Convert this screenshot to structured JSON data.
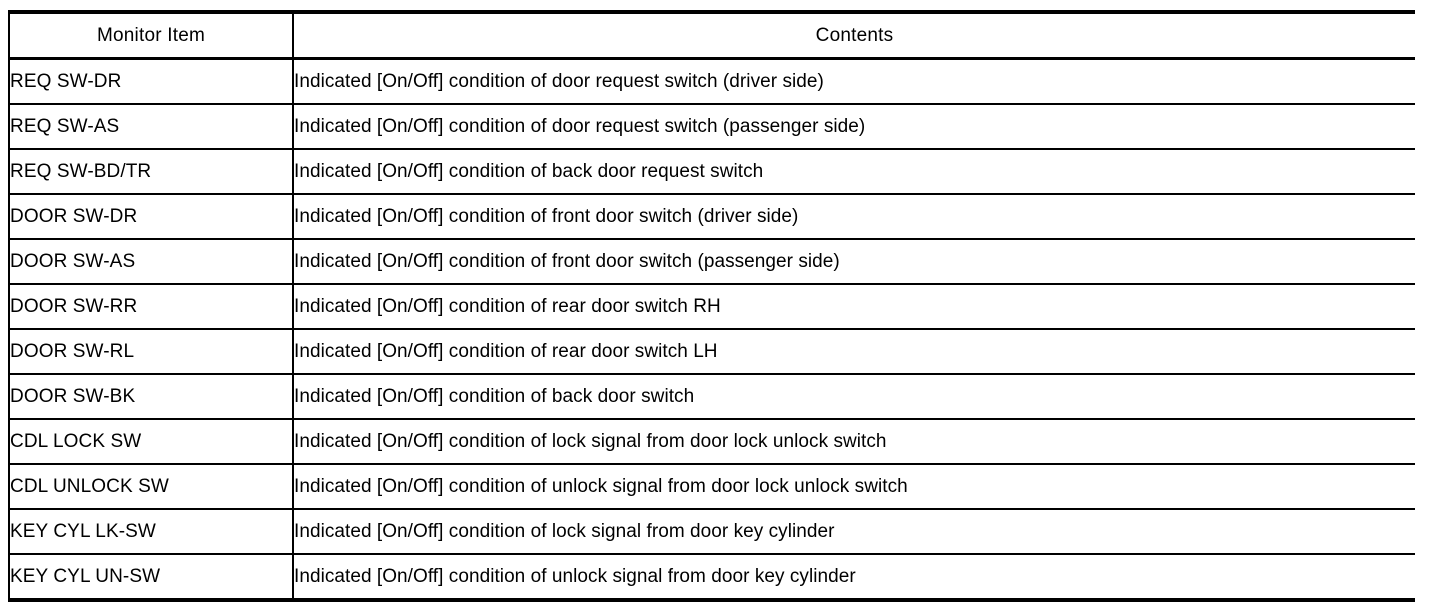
{
  "document": {
    "kind": "service-manual-table",
    "colors": {
      "page_background": "#ffffff",
      "rule": "#000000",
      "text": "#000000"
    }
  },
  "table": {
    "headers": {
      "item": "Monitor Item",
      "contents": "Contents"
    },
    "rows": [
      {
        "item": "REQ SW-DR",
        "contents": "Indicated [On/Off] condition of door request switch (driver side)"
      },
      {
        "item": "REQ SW-AS",
        "contents": "Indicated [On/Off] condition of door request switch (passenger side)"
      },
      {
        "item": "REQ SW-BD/TR",
        "contents": "Indicated [On/Off] condition of back door request switch"
      },
      {
        "item": "DOOR SW-DR",
        "contents": "Indicated [On/Off] condition of front door switch (driver side)"
      },
      {
        "item": "DOOR SW-AS",
        "contents": "Indicated [On/Off] condition of front door switch (passenger side)"
      },
      {
        "item": "DOOR SW-RR",
        "contents": "Indicated [On/Off] condition of rear door switch RH"
      },
      {
        "item": "DOOR SW-RL",
        "contents": "Indicated [On/Off] condition of rear door switch LH"
      },
      {
        "item": "DOOR SW-BK",
        "contents": "Indicated [On/Off] condition of back door switch"
      },
      {
        "item": "CDL LOCK SW",
        "contents": "Indicated [On/Off] condition of lock signal from door lock unlock switch"
      },
      {
        "item": "CDL UNLOCK SW",
        "contents": "Indicated [On/Off] condition of unlock signal from door lock unlock switch"
      },
      {
        "item": "KEY CYL LK-SW",
        "contents": "Indicated [On/Off] condition of lock signal from door key cylinder"
      },
      {
        "item": "KEY CYL UN-SW",
        "contents": "Indicated [On/Off] condition of unlock signal from door key cylinder"
      }
    ]
  }
}
